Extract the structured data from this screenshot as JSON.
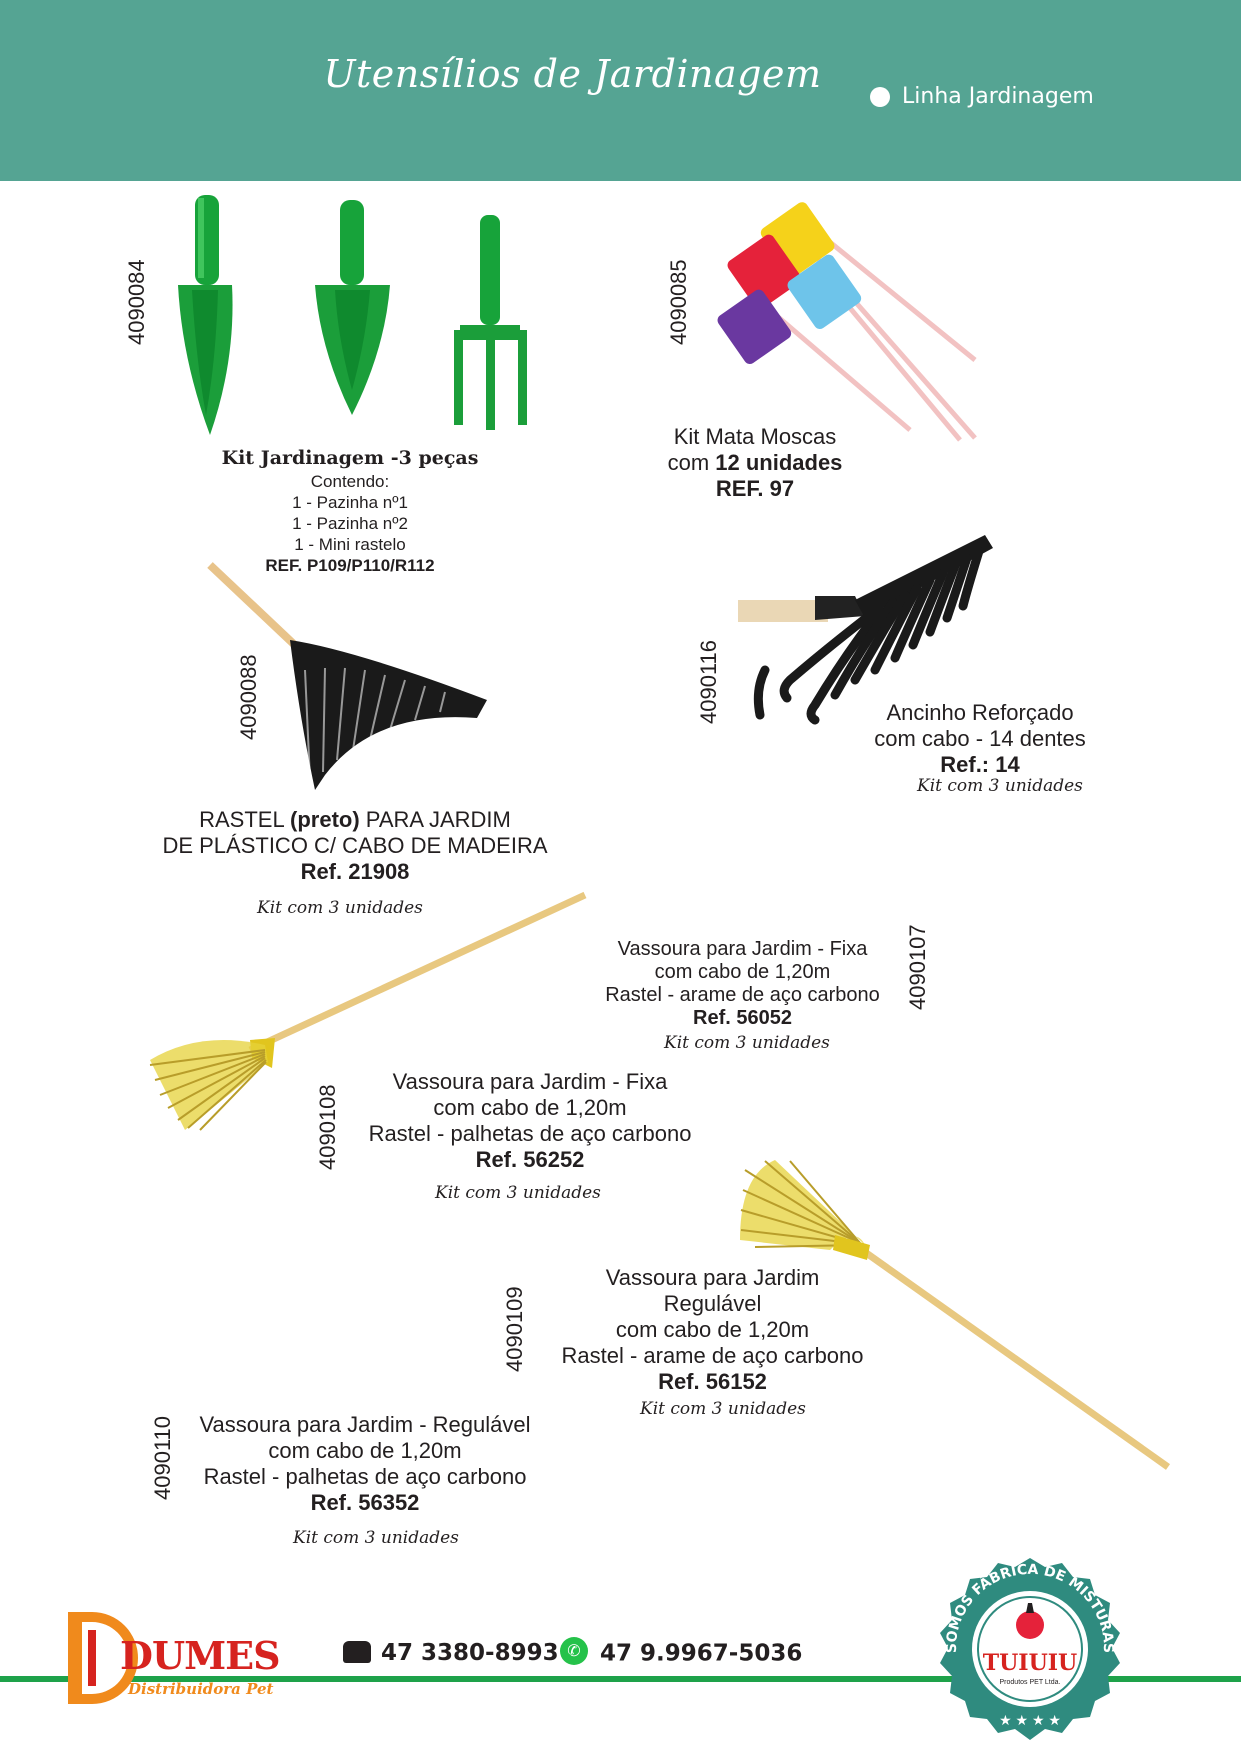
{
  "header": {
    "title": "Utensílios de Jardinagem",
    "line": "Linha Jardinagem",
    "color": "#55a493"
  },
  "products": {
    "kit_jardinagem": {
      "code": "4090084",
      "title": "Kit Jardinagem -3 peças",
      "contents_label": "Contendo:",
      "item1": "1 - Pazinha nº1",
      "item2": "1 - Pazinha nº2",
      "item3": "1 - Mini rastelo",
      "ref": "REF. P109/P110/R112"
    },
    "mata_moscas": {
      "code": "4090085",
      "line1": "Kit Mata Moscas",
      "line2_prefix": "com ",
      "line2_bold": "12 unidades",
      "ref": "REF. 97"
    },
    "rastel_preto": {
      "code": "4090088",
      "line1_prefix": "RASTEL ",
      "line1_bold": "(preto)",
      "line1_suffix": " PARA JARDIM",
      "line2": "DE PLÁSTICO C/ CABO DE MADEIRA",
      "ref": "Ref. 21908",
      "kit": "Kit com 3 unidades"
    },
    "ancinho": {
      "code": "4090116",
      "line1": "Ancinho Reforçado",
      "line2": "com cabo - 14 dentes",
      "ref": "Ref.: 14",
      "kit": "Kit com 3 unidades"
    },
    "vassoura_56052": {
      "code": "4090107",
      "line1": "Vassoura para Jardim - Fixa",
      "line2": "com cabo de 1,20m",
      "line3": "Rastel  - arame de aço carbono",
      "ref": "Ref. 56052",
      "kit": "Kit com 3 unidades"
    },
    "vassoura_56252": {
      "code": "4090108",
      "line1": "Vassoura para Jardim - Fixa",
      "line2": "com cabo de 1,20m",
      "line3": "Rastel  - palhetas de aço carbono",
      "ref": "Ref. 56252",
      "kit": "Kit com 3 unidades"
    },
    "vassoura_56152": {
      "code": "4090109",
      "line1": "Vassoura para Jardim",
      "line2": "Regulável",
      "line3": "com cabo de 1,20m",
      "line4": "Rastel  - arame de aço carbono",
      "ref": "Ref. 56152",
      "kit": "Kit com 3 unidades"
    },
    "vassoura_56352": {
      "code": "4090110",
      "line1": "Vassoura para Jardim - Regulável",
      "line2": "com cabo de 1,20m",
      "line3": "Rastel  - palhetas de aço carbono",
      "ref": "Ref. 56352",
      "kit": "Kit com 3 unidades"
    }
  },
  "footer": {
    "phone": "47 3380-8993",
    "whatsapp": "47 9.9967-5036",
    "phone_icon": "telephone-icon",
    "whatsapp_icon": "whatsapp-icon",
    "logo_main": "DUMES",
    "logo_sub": "Distribuidora Pet",
    "seal_top": "SOMOS FÁBRICA DE MISTURAS",
    "seal_brand": "TUIUIU",
    "seal_sub": "Produtos PET Ltda."
  }
}
